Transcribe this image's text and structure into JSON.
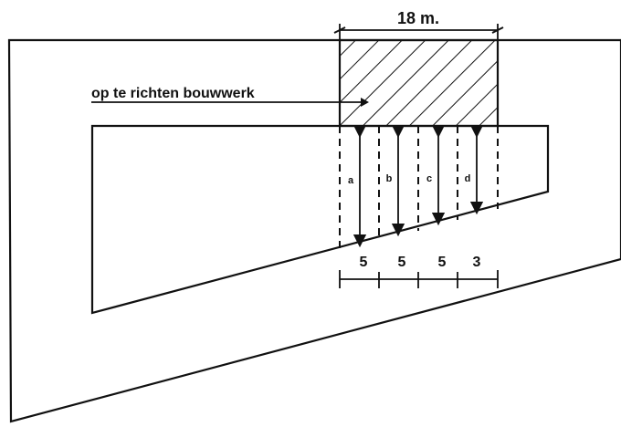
{
  "labels": {
    "width_label": "18 m.",
    "building_label": "op te richten bouwwerk",
    "arrow_labels": [
      "a",
      "b",
      "c",
      "d"
    ]
  },
  "segments": [
    {
      "label": "5",
      "value": 5
    },
    {
      "label": "5",
      "value": 5
    },
    {
      "label": "5",
      "value": 5
    },
    {
      "label": "3",
      "value": 3
    }
  ],
  "colors": {
    "ink": "#111111",
    "background": "#ffffff"
  }
}
